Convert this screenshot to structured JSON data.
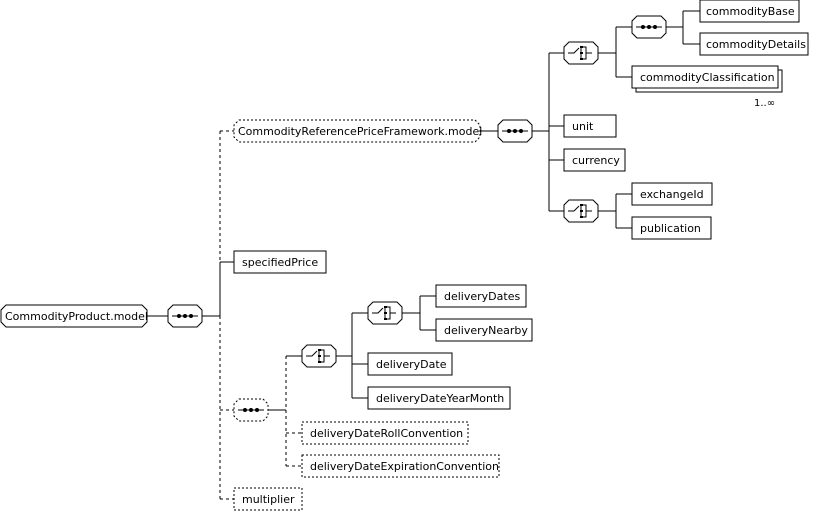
{
  "nodes": {
    "root": "CommodityProduct.model",
    "ref_price_framework": "CommodityReferencePriceFramework.model",
    "commodity_base": "commodityBase",
    "commodity_details": "commodityDetails",
    "commodity_classification": "commodityClassification",
    "commodity_classification_occurs": "1..∞",
    "unit": "unit",
    "currency": "currency",
    "exchange_id": "exchangeId",
    "publication": "publication",
    "specified_price": "specifiedPrice",
    "delivery_dates": "deliveryDates",
    "delivery_nearby": "deliveryNearby",
    "delivery_date": "deliveryDate",
    "delivery_date_year_month": "deliveryDateYearMonth",
    "delivery_date_roll_convention": "deliveryDateRollConvention",
    "delivery_date_expiration_convention": "deliveryDateExpirationConvention",
    "multiplier": "multiplier"
  },
  "colors": {
    "line": "#000000",
    "box_fill": "#ffffff",
    "shadow": "#9a9a9a"
  }
}
